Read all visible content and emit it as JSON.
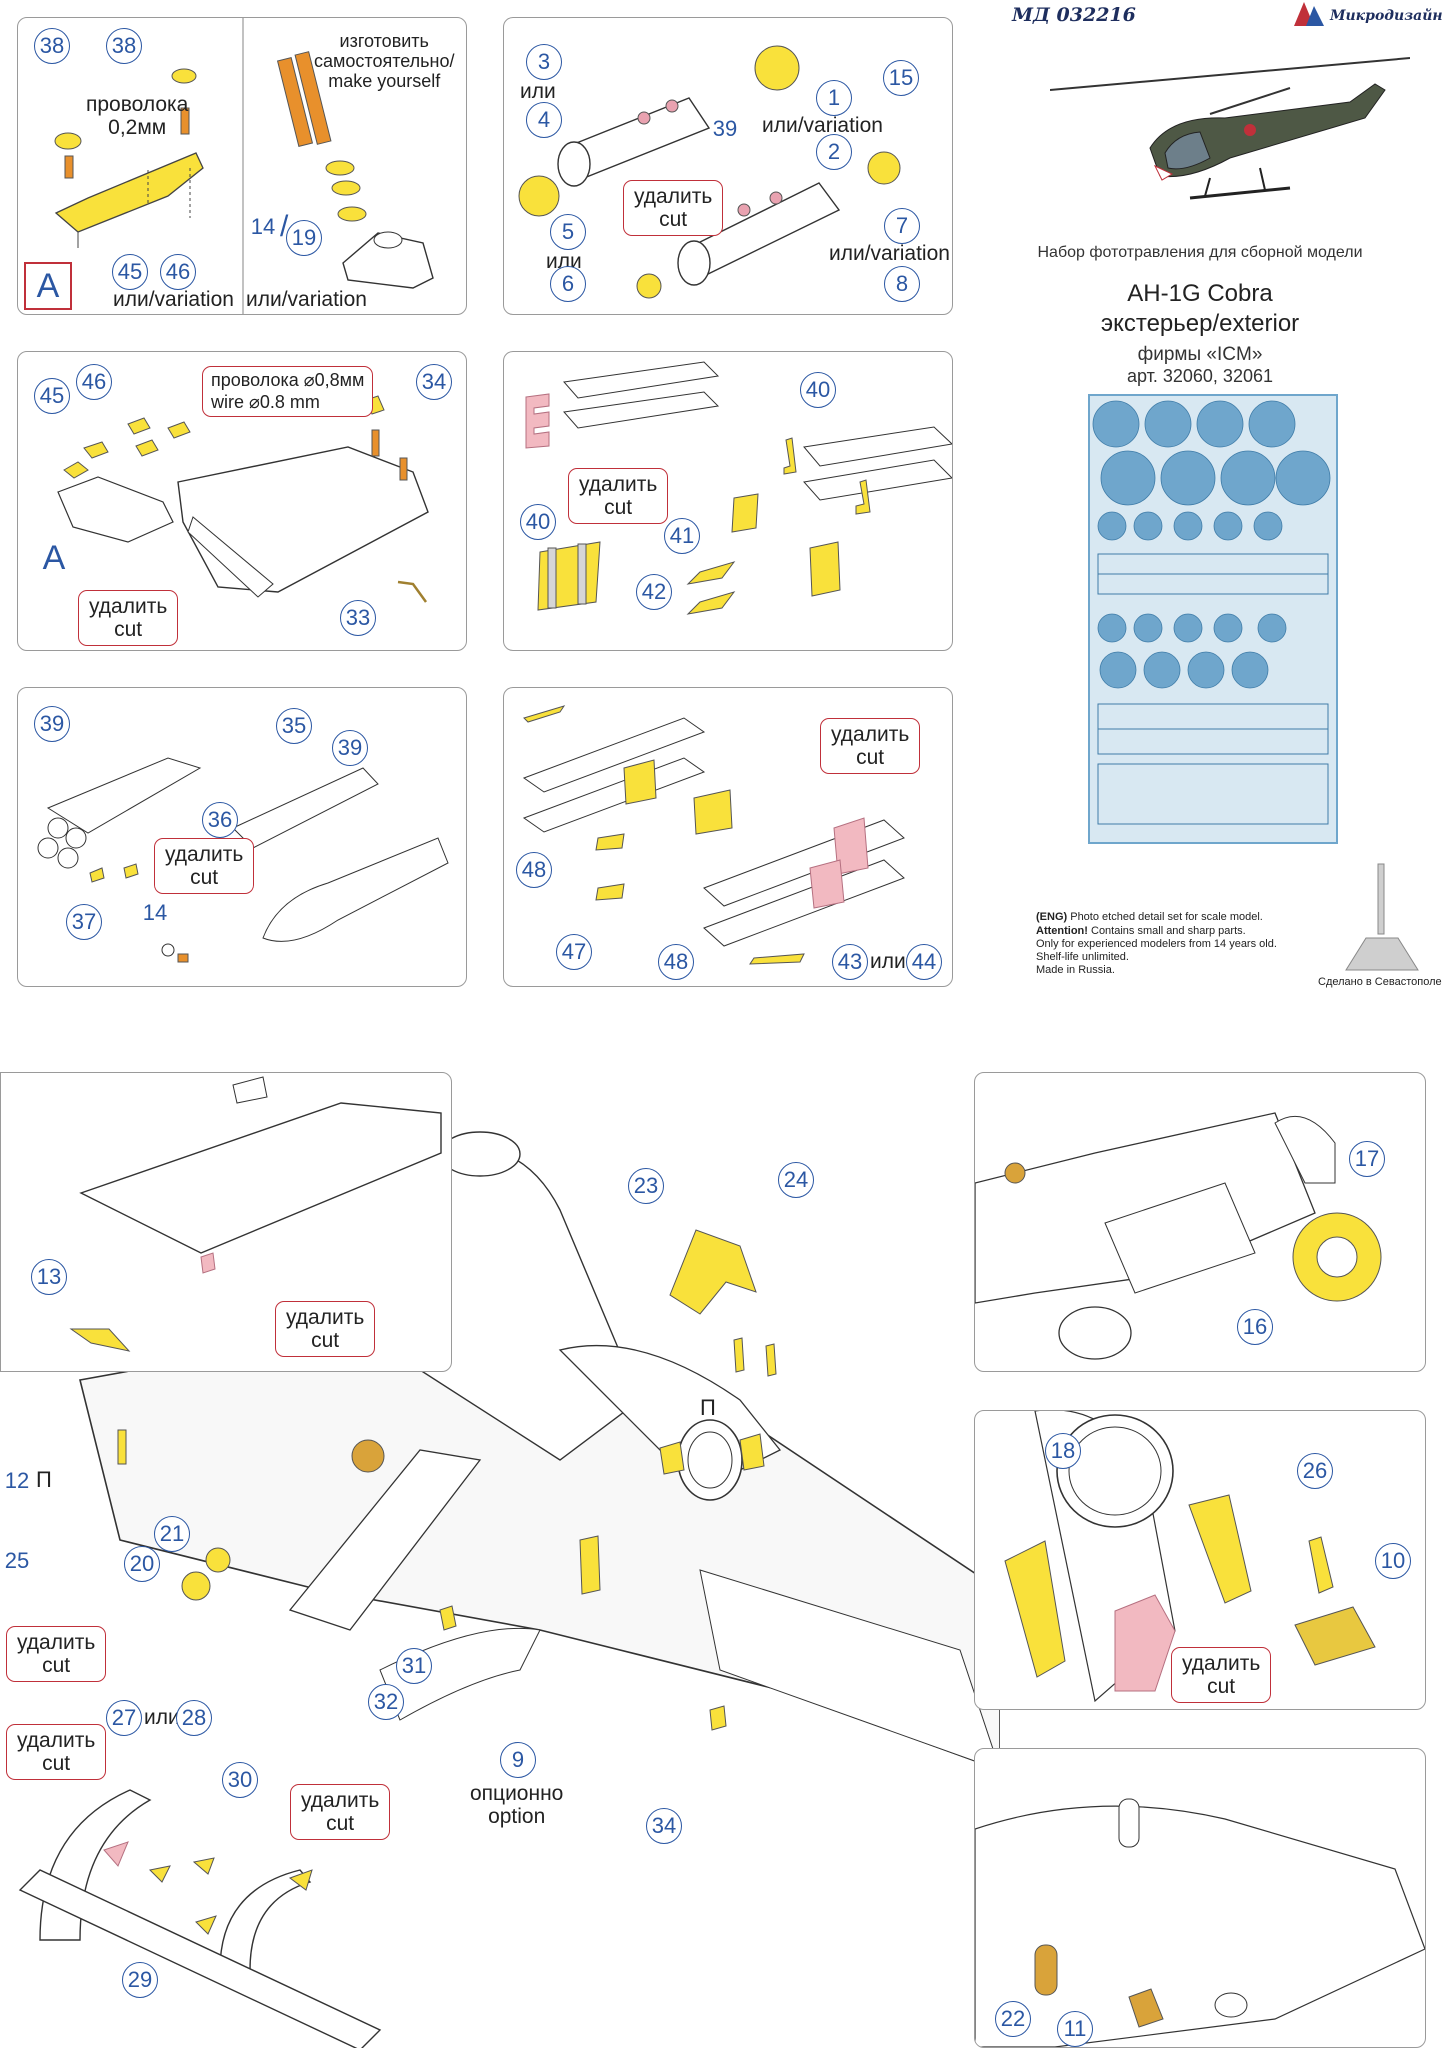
{
  "header": {
    "code": "МД 032216",
    "brand": "Микродизайн",
    "set_title": "Набор фототравления для сборной модели",
    "model_line1": "AH-1G Cobra",
    "model_line2": "экстерьер/exterior",
    "maker": "фирмы «ICM»",
    "article": "арт. 32060, 32061"
  },
  "notice": {
    "eng_tag": "(ENG)",
    "eng_text": " Photo etched detail set for scale model.",
    "attention": "Attention!",
    "attention_text": " Contains small and sharp parts.",
    "line3": "Only for experienced modelers from 14 years old.",
    "line4": "Shelf-life unlimited.",
    "line5": "Made in Russia.",
    "made_in": "Сделано в Севастополе"
  },
  "labels": {
    "wire02": "проволока\n0,2мм",
    "make_yourself": "изготовить\nсамостоятельно/\nmake yourself",
    "or_variation": "или/variation",
    "or": "или",
    "cut": "удалить\ncut",
    "wire08_ru": "проволока ⌀0,8мм",
    "wire08_en": "wire ⌀0.8 mm",
    "option": "опционно\noption",
    "pi": "П",
    "letter_a": "A",
    "or_word": "или"
  },
  "colors": {
    "etch": "#f9e13b",
    "cut_fill": "#f2b9c1",
    "badge": "#2b57a3",
    "cut_border": "#c0303a",
    "fret": "#6fa6cc"
  }
}
